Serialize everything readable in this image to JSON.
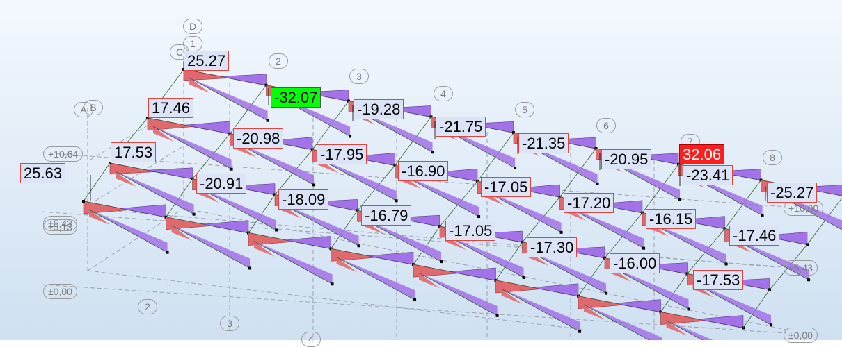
{
  "colors": {
    "positive_fill": "#e0696e",
    "negative_fill": "#a371e8",
    "beam_line": "#2f5f2f",
    "grid_line": "#9aa3ad",
    "label_border": "#e0453f",
    "label_fill": "#dbe4f7",
    "min_highlight": "#00ff00",
    "max_highlight": "#ff1e1e",
    "background_top": "#f3f8fd",
    "background_bottom": "#cfe0f1"
  },
  "grid_bubbles": {
    "axis_1": "1",
    "axis_2": "2",
    "axis_3": "3",
    "axis_4": "4",
    "axis_5": "5",
    "axis_6": "6",
    "axis_7": "7",
    "axis_8": "8",
    "axis_A": "A",
    "axis_B": "B",
    "axis_C": "C",
    "axis_D": "D",
    "axis_2_front": "2",
    "axis_3_front": "3",
    "axis_4_front": "4",
    "level_10_64": "+10,64",
    "level_5_43_left": "±5,43",
    "level_5_13_left": "±5,13",
    "level_0_left": "±0,00",
    "level_10_00_right": "+10,00",
    "level_5_43_right": "±5,43",
    "level_0_right": "±0,00"
  },
  "moment_labels": {
    "r1_0": "25.27",
    "r1_1": "-32.07",
    "r1_2": "-19.28",
    "r1_3": "-21.75",
    "r1_4": "-21.35",
    "r1_5": "-20.95",
    "r1_6": "32.06",
    "r1_7": "-25.27",
    "r2_0": "17.46",
    "r2_1": "-20.98",
    "r2_2": "-17.95",
    "r2_3": "-16.90",
    "r2_4": "-17.05",
    "r2_5": "-17.20",
    "r2_6": "-16.15",
    "r2_7": "-17.46",
    "r3_0": "17.53",
    "r3_1": "-20.91",
    "r3_2": "-18.09",
    "r3_3": "-16.79",
    "r3_4": "-17.05",
    "r3_5": "-17.30",
    "r3_6": "-16.00",
    "r3_7": "-17.53",
    "extra_left": "25.63",
    "extra_right": "-23.41"
  }
}
